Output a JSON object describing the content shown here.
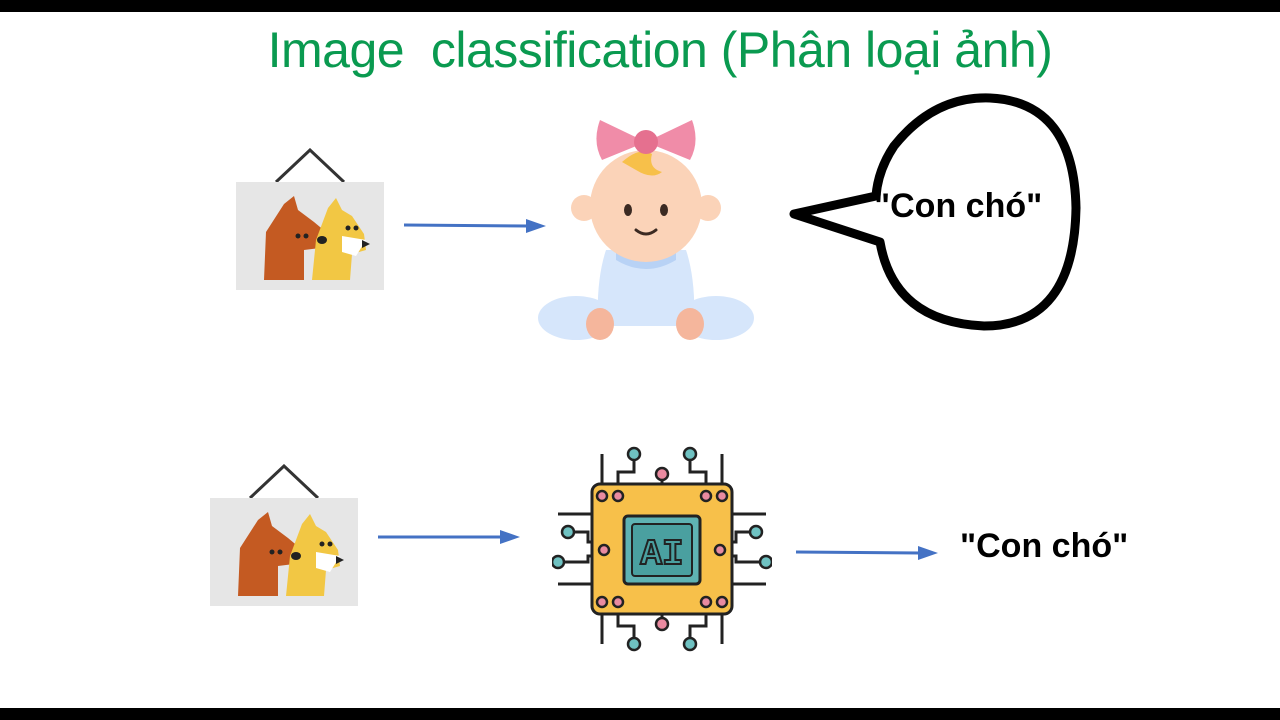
{
  "title": "Image  classification (Phân loại ảnh)",
  "rows": [
    {
      "input": "dog-picture-icon",
      "processor": "baby-icon",
      "output_text": "\"Con chó\""
    },
    {
      "input": "dog-picture-icon",
      "processor": "ai-chip-icon",
      "output_text": "\"Con chó\"",
      "chip_label": "AI"
    }
  ],
  "colors": {
    "title": "#0a9a50",
    "arrow": "#4472c4",
    "frame_bg": "#e6e6e6",
    "dog_brown": "#c45a22",
    "dog_yellow": "#f2c744",
    "bow": "#f08ca8",
    "skin": "#fbd3b8",
    "clothes": "#d6e6fb",
    "chip": "#f7c04a",
    "chip_core": "#5fb3b3",
    "pin_dot": "#e98aa0",
    "pin_dot_alt": "#6fc2c2"
  }
}
